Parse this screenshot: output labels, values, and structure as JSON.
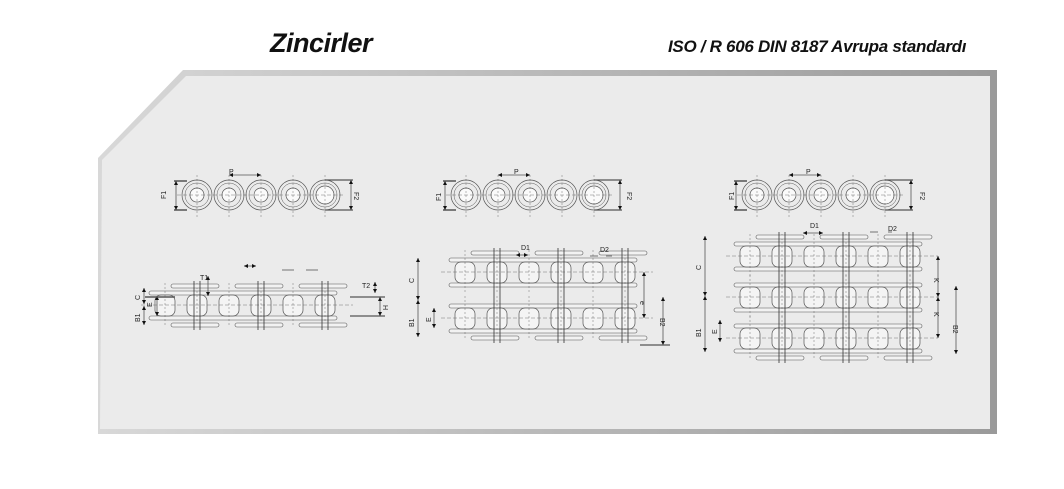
{
  "header": {
    "title": "Zincirler",
    "subtitle": "ISO / R 606 DIN 8187 Avrupa standardı"
  },
  "colors": {
    "panel": "#ebebeb",
    "border": "#a8a8a8",
    "line": "#555555"
  },
  "diagrams": [
    {
      "name": "simplex",
      "strands": 1
    },
    {
      "name": "duplex",
      "strands": 2
    },
    {
      "name": "triplex",
      "strands": 3
    }
  ],
  "labels": {
    "P": "P",
    "F1": "F1",
    "F2": "F2",
    "T1": "T1",
    "T2": "T2",
    "C": "C",
    "B1": "B1",
    "B2": "B2",
    "E": "E",
    "H": "H",
    "D1": "D1",
    "D2": "D2",
    "K": "K",
    "e": "e"
  }
}
